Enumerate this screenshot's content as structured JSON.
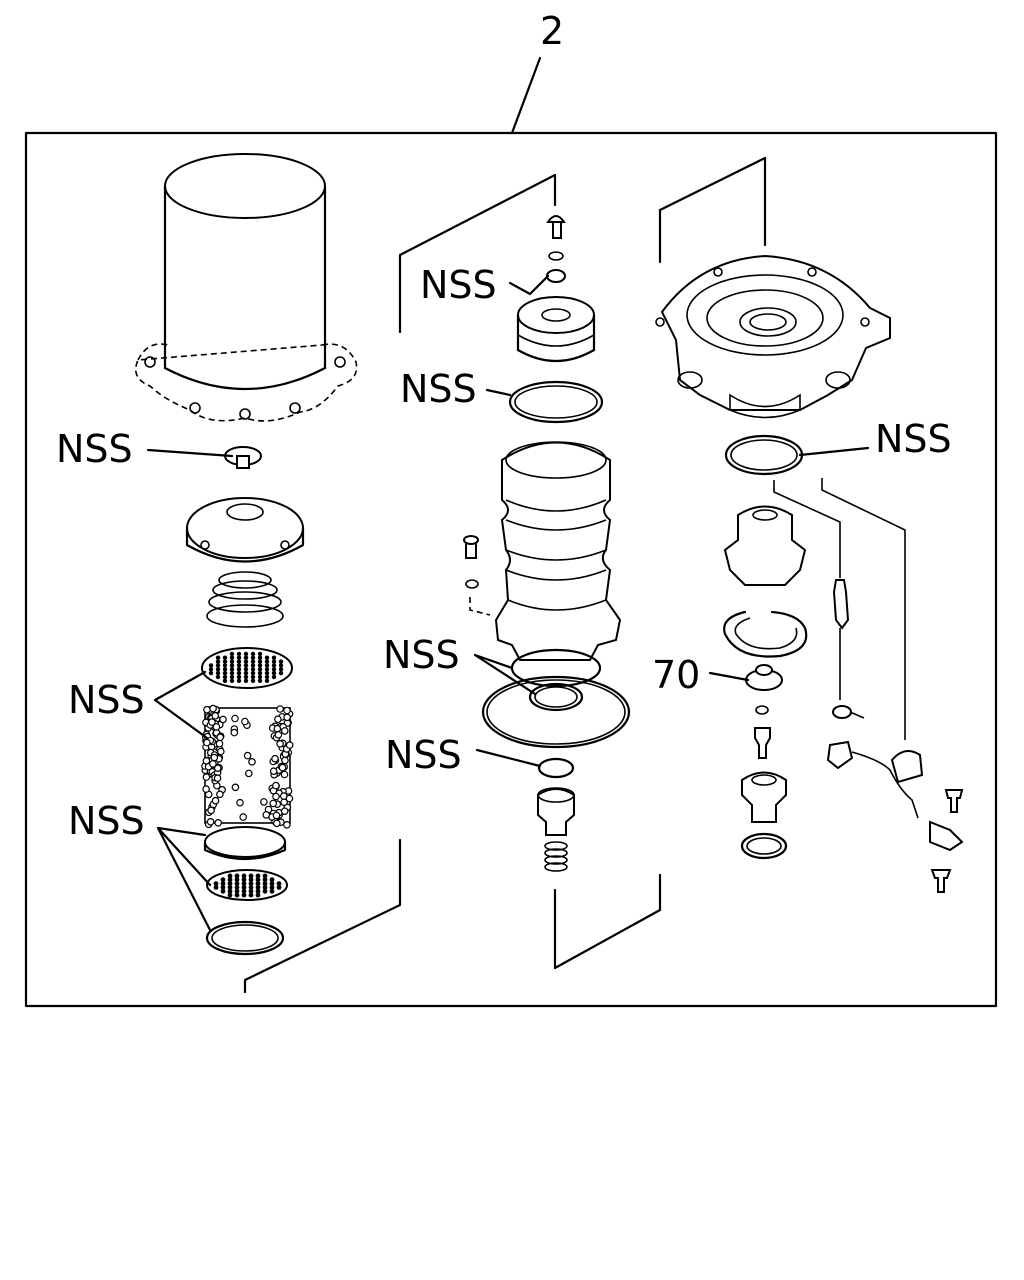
{
  "callouts": {
    "assembly_number": "2",
    "nss_1": "NSS",
    "nss_2": "NSS",
    "nss_3": "NSS",
    "nss_4": "NSS",
    "nss_5": "NSS",
    "nss_6": "NSS",
    "nss_7": "NSS",
    "nss_8": "NSS",
    "part_70": "70"
  },
  "colors": {
    "ink": "#000000",
    "paper": "#ffffff"
  }
}
